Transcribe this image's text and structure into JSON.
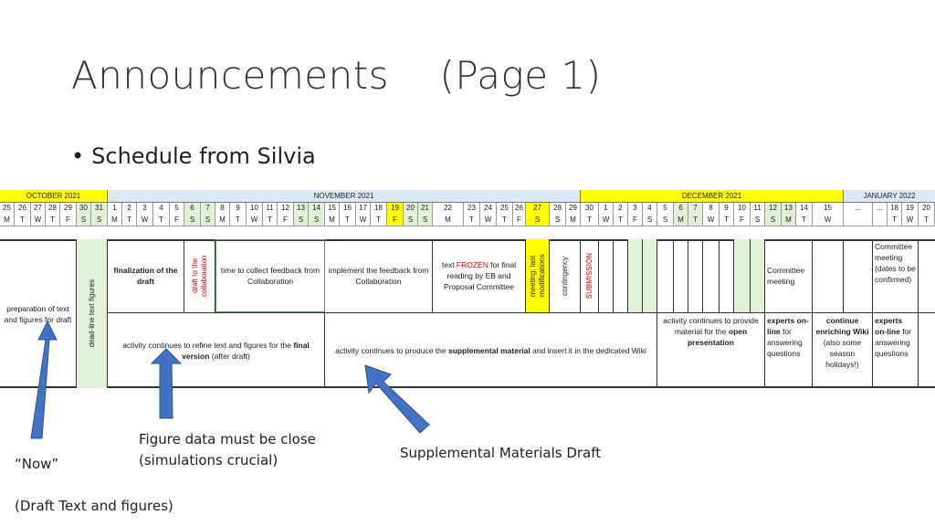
{
  "title": "Announcements    (Page 1)",
  "bullet": "Schedule from Silvia",
  "months": [
    "OCTOBER 2021",
    "NOVEMBER 2021",
    "DECEMBER 2021",
    "JANUARY  2022"
  ],
  "dates": [
    "25",
    "26",
    "27",
    "28",
    "29",
    "30",
    "31",
    "1",
    "2",
    "3",
    "4",
    "5",
    "6",
    "7",
    "8",
    "9",
    "10",
    "11",
    "12",
    "13",
    "14",
    "15",
    "16",
    "17",
    "18",
    "19",
    "20",
    "21",
    "22",
    "23",
    "24",
    "25",
    "26",
    "27",
    "28",
    "29",
    "30",
    "1",
    "2",
    "3",
    "4",
    "5",
    "6",
    "7",
    "8",
    "9",
    "10",
    "11",
    "12",
    "13",
    "14",
    "15",
    "…",
    "…",
    "18",
    "19",
    "20"
  ],
  "days": [
    "M",
    "T",
    "W",
    "T",
    "F",
    "S",
    "S",
    "M",
    "T",
    "W",
    "T",
    "F",
    "S",
    "S",
    "M",
    "T",
    "W",
    "T",
    "F",
    "S",
    "S",
    "M",
    "T",
    "W",
    "T",
    "F",
    "S",
    "S",
    "M",
    "T",
    "W",
    "T",
    "F",
    "S",
    "S",
    "M",
    "T",
    "W",
    "T",
    "F",
    "S",
    "S",
    "M",
    "T",
    "W",
    "T",
    "F",
    "S",
    "S",
    "M",
    "T",
    "W",
    "",
    "",
    "T",
    "W",
    "T"
  ],
  "tasks": {
    "prep_draft": "preparation of text and figures for draft",
    "deadline": "dead-line text figures",
    "finalization": "finalization of the draft",
    "draft_collab": "draft to the collaboration",
    "feedback": "time to collect feedback from Collaboration",
    "implement": "implement the feedback from Collaboration",
    "frozen_pre": "text ",
    "frozen_red": "FROZEN",
    "frozen_post": " for final reading by EB and Proposal Committee",
    "meeting_last": "meeting: last modifications",
    "contingency": "contingency",
    "submission": "SUBMISSION",
    "committee1": "Committee meeting",
    "committee2": "Committee meeting (dates to be confirmed)",
    "refine_pre": "activity continues to refine text and figures for the ",
    "refine_bold": "final version",
    "refine_post": " (after draft)",
    "supp_pre": "activity continues to produce the ",
    "supp_bold": "supplemental material",
    "supp_post": " and insert it in the dedicated Wiki",
    "open_pre": "activity continues to provide material for the ",
    "open_bold": "open presentation",
    "experts1_bold": "experts on-line",
    "experts1_post": " for answering questions",
    "enrich_bold": "continue enriching Wiki",
    "enrich_post": " (also some season holidays!)",
    "experts2_bold": "experts on-line",
    "experts2_post": " for answering questions"
  },
  "annotations": {
    "figure_data_line1": "Figure data must be close",
    "figure_data_line2": "(simulations crucial)",
    "supplemental": "Supplemental Materials Draft",
    "now": "“Now”",
    "draft_text": "(Draft Text and figures)"
  },
  "colors": {
    "yellow": "#ffff00",
    "green": "#e2efd9",
    "blue": "#dde8f5",
    "arrow": "#4472c4",
    "red": "#e00000"
  }
}
